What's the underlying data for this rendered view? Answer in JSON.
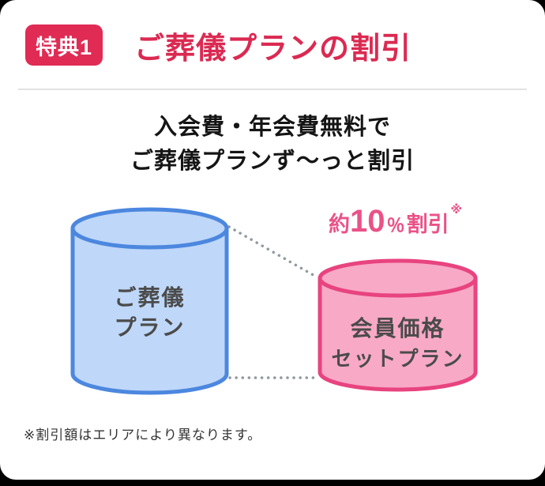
{
  "page": {
    "background": "#000000"
  },
  "card": {
    "badge": {
      "label": "特典1",
      "bg": "#E02B55",
      "text_color": "#FFFFFF"
    },
    "title": {
      "text": "ご葬儀プランの割引",
      "color": "#DB2A52"
    },
    "headline": {
      "line1": "入会費・年会費無料で",
      "line2": "ご葬儀プランず〜っと割引"
    },
    "diagram": {
      "regular_cylinder": {
        "label_line1": "ご葬儀",
        "label_line2": "プラン",
        "fill": "#BFD7F8",
        "stroke": "#4C87DF"
      },
      "member_cylinder": {
        "label_line1": "会員価格",
        "label_line2": "セットプラン",
        "fill": "#F8A9C6",
        "stroke": "#E8447F"
      },
      "discount_label": {
        "prefix": "約",
        "value": "10",
        "unit": "％",
        "suffix": "割引",
        "note_mark": "※",
        "color": "#EA5287"
      },
      "connector_color": "#8E999E"
    },
    "footnote": "※割引額はエリアにより異なります。"
  }
}
